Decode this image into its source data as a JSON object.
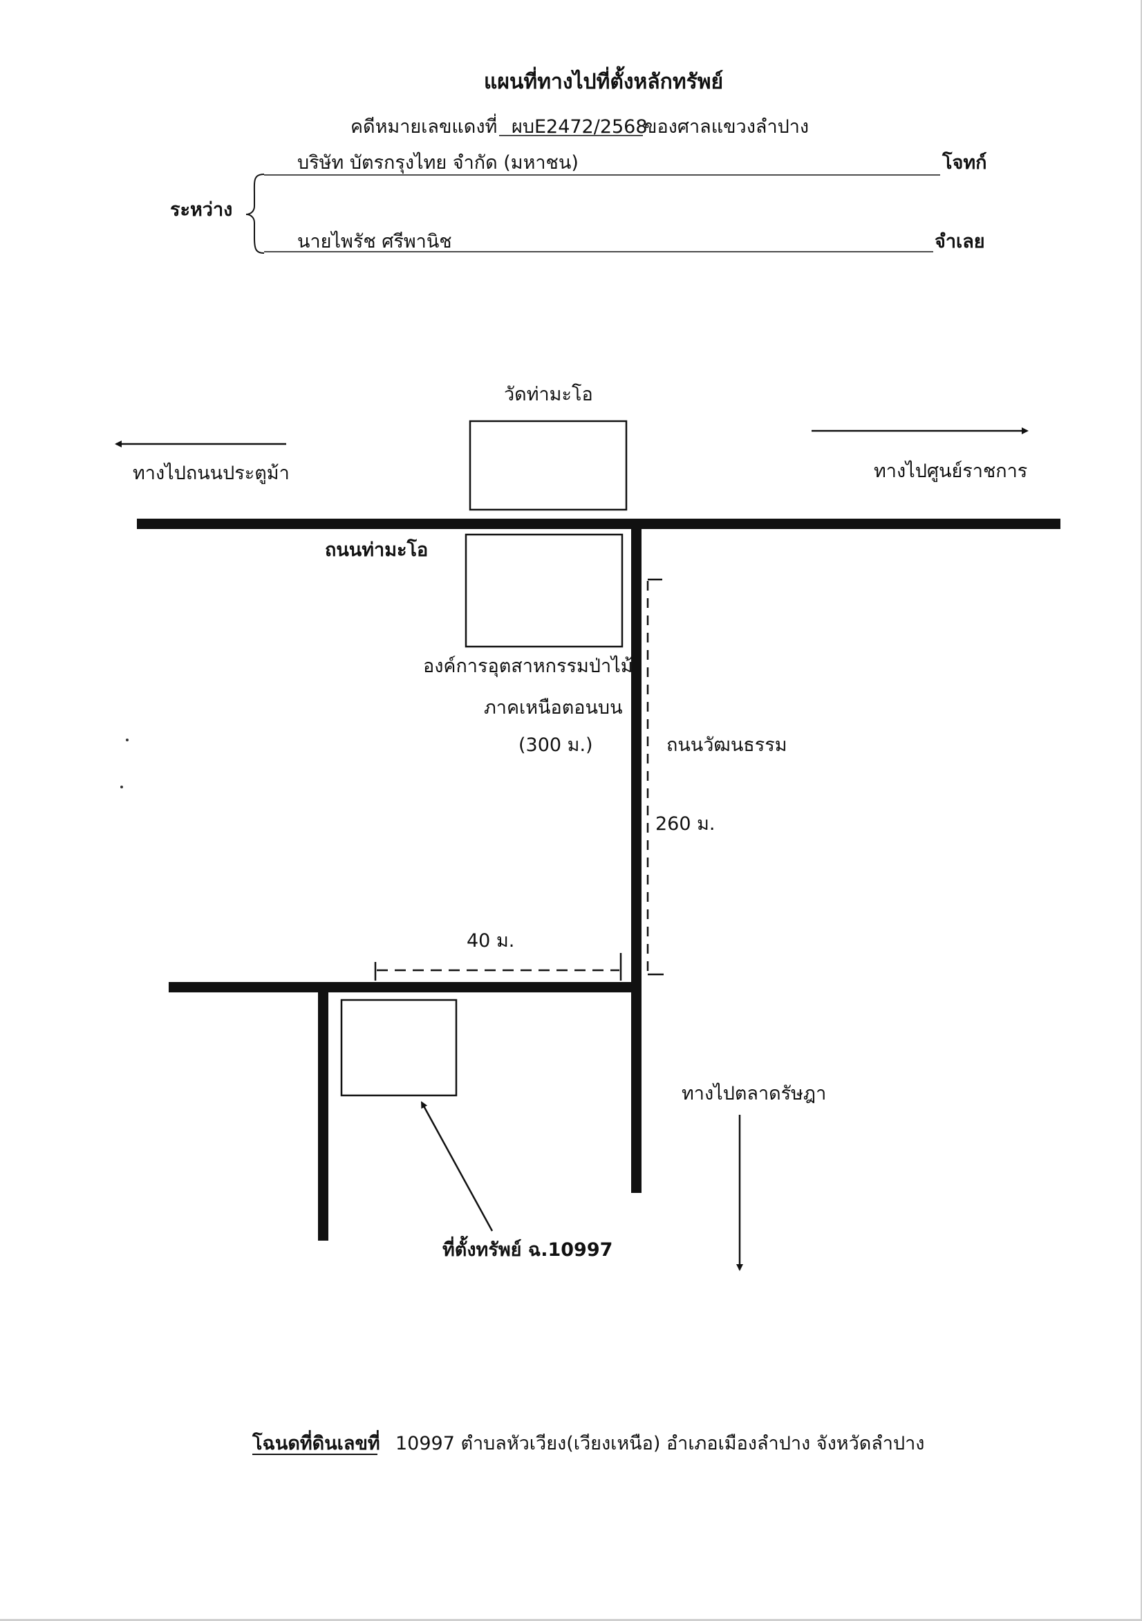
{
  "header": {
    "title": "แผนที่ทางไปที่ตั้งหลักทรัพย์",
    "case_prefix": "คดีหมายเลขแดงที่",
    "case_number": "ผบE2472/2568",
    "court": "ของศาลแขวงลำปาง",
    "between_label": "ระหว่าง",
    "plaintiff_name": "บริษัท บัตรกรุงไทย จำกัด (มหาชน)",
    "plaintiff_role": "โจทก์",
    "defendant_name": "นายไพรัช  ศรีพานิช",
    "defendant_role": "จำเลย"
  },
  "map": {
    "temple": "วัดท่ามะโอ",
    "to_left": "ทางไปถนนประตูม้า",
    "to_right": "ทางไปศูนย์ราชการ",
    "main_road": "ถนนท่ามะโอ",
    "forest_org_line1": "องค์การอุตสาหกรรมป่าไม้",
    "forest_org_line2": "ภาคเหนือตอนบน",
    "forest_org_distance": "(300 ม.)",
    "side_road": "ถนนวัฒนธรรม",
    "dist_vertical": "260 ม.",
    "dist_horizontal": "40 ม.",
    "to_market": "ทางไปตลาดรัษฎา",
    "property_label": "ที่ตั้งทรัพย์ ฉ.10997"
  },
  "footer": {
    "deed_label": "โฉนดที่ดินเลขที่",
    "deed_text": "10997 ตำบลหัวเวียง(เวียงเหนือ) อำเภอเมืองลำปาง จังหวัดลำปาง"
  }
}
